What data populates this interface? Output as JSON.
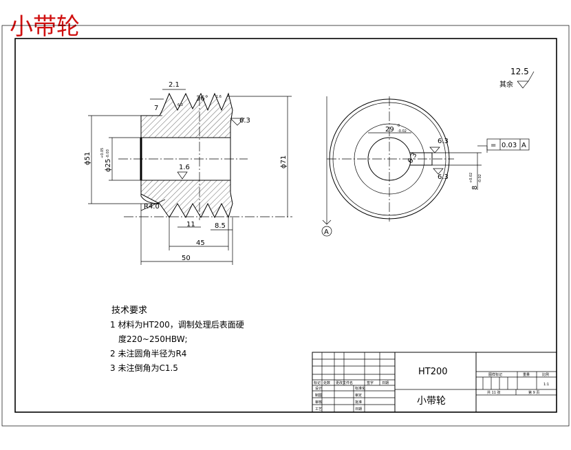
{
  "page_title": "小带轮",
  "front_view": {
    "dim_groove_top_width": "2.1",
    "dim_groove_depth": "7",
    "dim_groove_angle": "36°",
    "rough_groove_left": "6.3",
    "rough_groove_right": "1.6",
    "rough_rim": "6.3",
    "dim_bore_dia": "ϕ51",
    "dim_hub_dia": "ϕ25",
    "dim_hub_tol_upper": "+0.05",
    "dim_hub_tol_lower": "-0.03",
    "rough_bore": "1.6",
    "dim_outer_dia": "ϕ71",
    "dim_fillet": "R4.0",
    "dim_pitch": "11",
    "dim_end": "8.5",
    "dim_groove_span": "45",
    "dim_total_width": "50"
  },
  "side_view": {
    "dim_key_width": "29",
    "dim_key_tol_upper": "0",
    "dim_key_tol_lower": "-0.02",
    "rough_key_top": "6.3",
    "rough_key_side": "6.3",
    "rough_key_bottom": "6.3",
    "dim_keyway": "8",
    "dim_keyway_tol_upper": "+0.02",
    "dim_keyway_tol_lower": "-0.02",
    "tol_symbol": "=",
    "tol_value": "0.03",
    "tol_datum": "A",
    "datum_label": "A"
  },
  "roughness_note": {
    "prefix": "其余",
    "value": "12.5"
  },
  "tech_requirements": {
    "heading": "技术要求",
    "line1": "1 材料为HT200，调制处理后表面硬",
    "line2": "度220~250HBW;",
    "line3": "2 未注圆角半径为R4",
    "line4": "3 未注倒角为C1.5"
  },
  "title_block": {
    "material": "HT200",
    "part_name": "小带轮",
    "row_labels": [
      "标记",
      "处数",
      "更改文件名",
      "签字",
      "日期"
    ],
    "left_labels": [
      "设计",
      "制图",
      "审核",
      "工艺"
    ],
    "mid_labels": [
      "标准化",
      "审定",
      "批准",
      "日期"
    ],
    "right_top": [
      "图样标记",
      "重量",
      "比例"
    ],
    "scale": "1:1",
    "sheets_total": "共 11 张",
    "sheet_no": "第 9 页"
  }
}
